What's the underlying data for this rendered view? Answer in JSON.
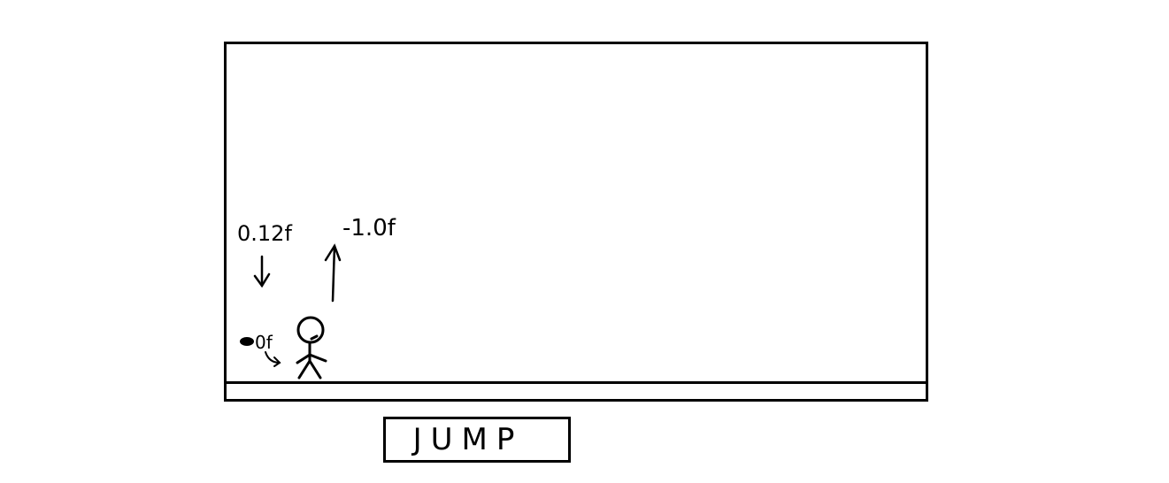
{
  "game": {
    "gravity_label": "0.12f",
    "jump_velocity_label": "-1.0f",
    "ground_speed_label": "0f"
  },
  "controls": {
    "jump_label": "JUMP"
  },
  "icons": {
    "player": "stick-figure",
    "gravity": "down-arrow",
    "jump": "up-arrow",
    "ground": "small-arrow-icon"
  },
  "colors": {
    "ink": "#000000",
    "background": "#ffffff"
  }
}
